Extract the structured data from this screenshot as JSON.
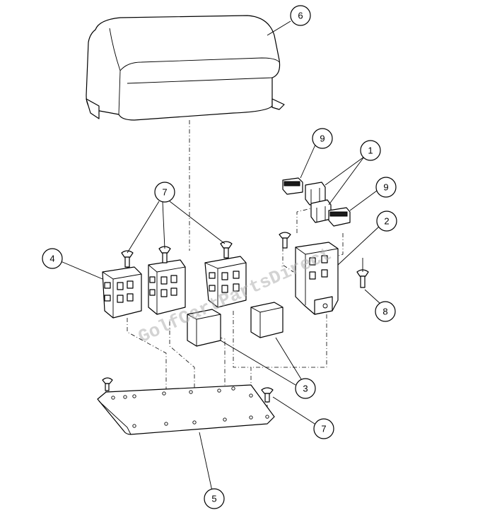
{
  "callouts": {
    "c1": "1",
    "c2": "2",
    "c3": "3",
    "c4": "4",
    "c5": "5",
    "c6": "6",
    "c7a": "7",
    "c7b": "7",
    "c8": "8",
    "c9a": "9",
    "c9b": "9"
  },
  "watermark": "GolfCartPartsDirect"
}
